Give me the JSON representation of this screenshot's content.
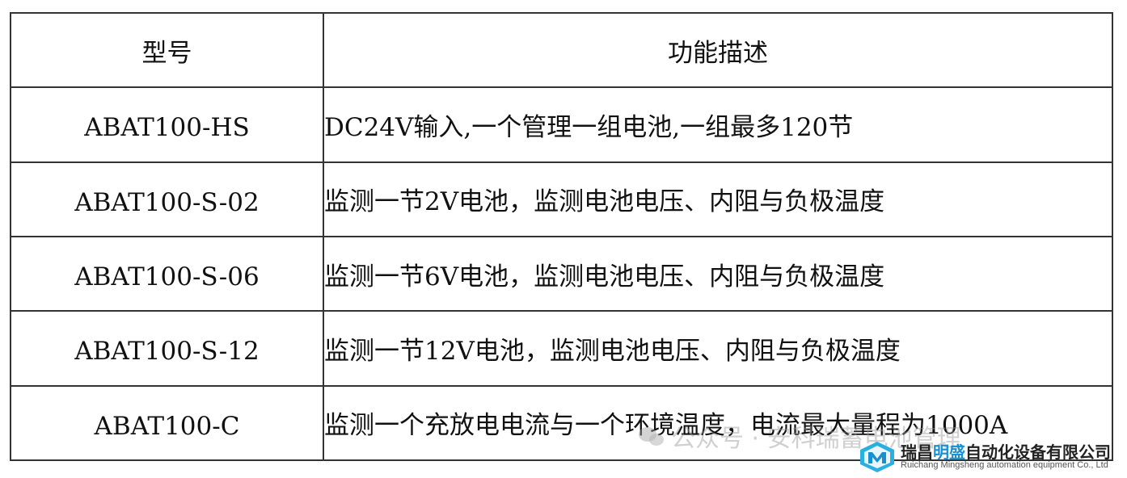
{
  "table": {
    "headers": {
      "model": "型号",
      "description": "功能描述"
    },
    "rows": [
      {
        "model": "ABAT100-HS",
        "description": "DC24V输入,一个管理一组电池,一组最多120节"
      },
      {
        "model": "ABAT100-S-02",
        "description": "监测一节2V电池，监测电池电压、内阻与负极温度"
      },
      {
        "model": "ABAT100-S-06",
        "description": "监测一节6V电池，监测电池电压、内阻与负极温度"
      },
      {
        "model": "ABAT100-S-12",
        "description": "监测一节12V电池，监测电池电压、内阻与负极温度"
      },
      {
        "model": "ABAT100-C",
        "description": "监测一个充放电电流与一个环境温度，电流最大量程为1000A"
      }
    ]
  },
  "watermark": {
    "account_text": "公众号 · 安科瑞蓄电池管理",
    "icon": "wechat-icon",
    "company_name_prefix": "瑞昌",
    "company_name_accent": "明盛",
    "company_name_suffix": "自动化设备有限公司",
    "company_name_en": "Ruichang Mingsheng automation equipment Co., Ltd",
    "accent_color": "#1a8fd0"
  }
}
